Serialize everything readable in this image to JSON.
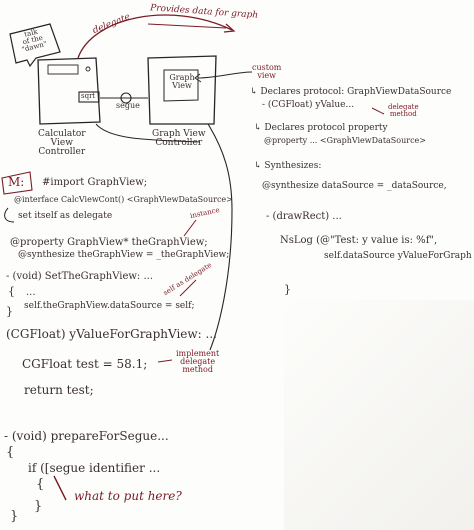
{
  "colors": {
    "paper": "#fdfdfb",
    "ink": "#2a2326",
    "red_ink": "#7a1b26"
  },
  "top": {
    "delegate": "delegate",
    "provides_data": "Provides data for graph",
    "bubble_lines": [
      "talk",
      "of the",
      "\"dawn\""
    ]
  },
  "boxes": {
    "calculator_button": "sqrt",
    "segue": "segue",
    "graph_view_box": "Graph View",
    "calculator_caption": [
      "Calculator",
      "View",
      "Controller"
    ],
    "graph_controller_caption": [
      "Graph View",
      "Controller"
    ]
  },
  "right_notes": {
    "custom_view": [
      "custom",
      "view"
    ],
    "line1": "↳ Declares protocol: GraphViewDataSource",
    "line2": "- (CGFloat) yValue...",
    "delegate_method": [
      "delegate",
      "method"
    ],
    "line3": "↳ Declares protocol property",
    "line4": "@property ... <GraphViewDataSource>",
    "synthesizes": "↳ Synthesizes:",
    "synthesize": "@synthesize dataSource = _dataSource,",
    "draw_rect": "- (drawRect) ...",
    "nslog": "NsLog (@\"Test: y value is: %f\",",
    "nslog_args": "self.dataSource yValueForGraph",
    "close_brace": "}"
  },
  "left_code": {
    "m_label": "M:",
    "import": "#import GraphView;",
    "interface": "@interface CalcViewCont() <GraphViewDataSource>",
    "set_itself": "set itself as delegate",
    "instance": "instance",
    "property": "@property GraphView* theGraphView;",
    "synthesize": "@synthesize theGraphView = _theGraphView;",
    "set_method": "- (void) SetTheGraphView: ...",
    "self_delegate": "self as delegate",
    "set_open": "{",
    "set_dots": "...",
    "set_datasource": "self.theGraphView.dataSource = self;",
    "set_close": "}",
    "yvalue": "(CGFloat) yValueForGraphView: ...",
    "implement": [
      "implement",
      "delegate",
      "method"
    ],
    "cgfloat_test": "CGFloat test = 58.1;",
    "return_test": "return test;",
    "prepare": "- (void) prepareForSegue...",
    "prepare_open": "{",
    "if_segue": "if ([segue identifier ...",
    "if_open": "{",
    "question": "what to put here?",
    "bracket_a": "}",
    "bracket_b": "}"
  }
}
